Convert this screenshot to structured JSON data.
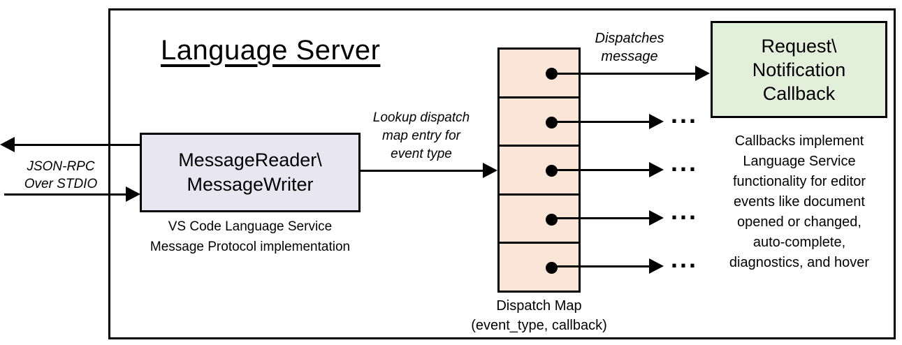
{
  "diagram": {
    "title": "Language Server",
    "io_label": {
      "line1": "JSON-RPC",
      "line2": "Over STDIO"
    },
    "reader_box": {
      "line1": "MessageReader\\",
      "line2": "MessageWriter"
    },
    "reader_caption": {
      "line1": "VS Code Language Service",
      "line2": "Message Protocol implementation"
    },
    "lookup_label": {
      "line1": "Lookup dispatch",
      "line2": "map entry for",
      "line3": "event type"
    },
    "dispatches_label": {
      "line1": "Dispatches",
      "line2": "message"
    },
    "callback_box": {
      "line1": "Request\\",
      "line2": "Notification",
      "line3": "Callback"
    },
    "callback_note": {
      "line1": "Callbacks implement",
      "line2": "Language Service",
      "line3": "functionality for editor",
      "line4": "events like document",
      "line5": "opened or changed,",
      "line6": "auto-complete,",
      "line7": "diagnostics, and hover"
    },
    "dispatch_map": {
      "rows": 5,
      "caption_line1": "Dispatch Map",
      "caption_line2": "(event_type, callback)"
    },
    "ellipsis": "...",
    "colors": {
      "reader_box_fill": "#e7e6f1",
      "dispatch_cell_fill": "#fbe5d6",
      "callback_box_fill": "#e2efda",
      "line_color": "#000000"
    }
  }
}
